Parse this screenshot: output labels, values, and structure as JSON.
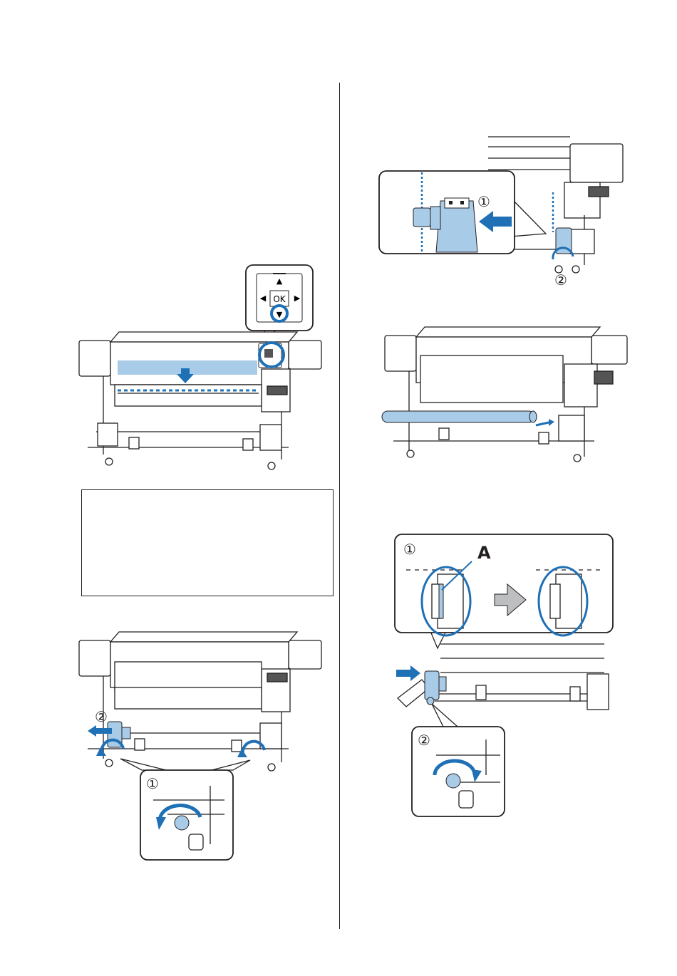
{
  "figures": {
    "panel": {
      "up": "▲",
      "down": "▼",
      "left": "◀",
      "right": "▶",
      "ok": "OK"
    },
    "step_mark_1": "①",
    "step_mark_2": "②",
    "callout_label_a": "A"
  },
  "colors": {
    "highlight": "#a8cbe8",
    "accent": "#1f70b5",
    "line": "#231f20",
    "arrow_gray": "#bdbec0"
  },
  "icons": [
    "printer-illustration",
    "control-panel-icon",
    "down-arrow-icon",
    "left-arrow-icon",
    "right-arrow-icon",
    "rotate-arrow-icon",
    "media-holder-icon",
    "roll-core-icon"
  ]
}
